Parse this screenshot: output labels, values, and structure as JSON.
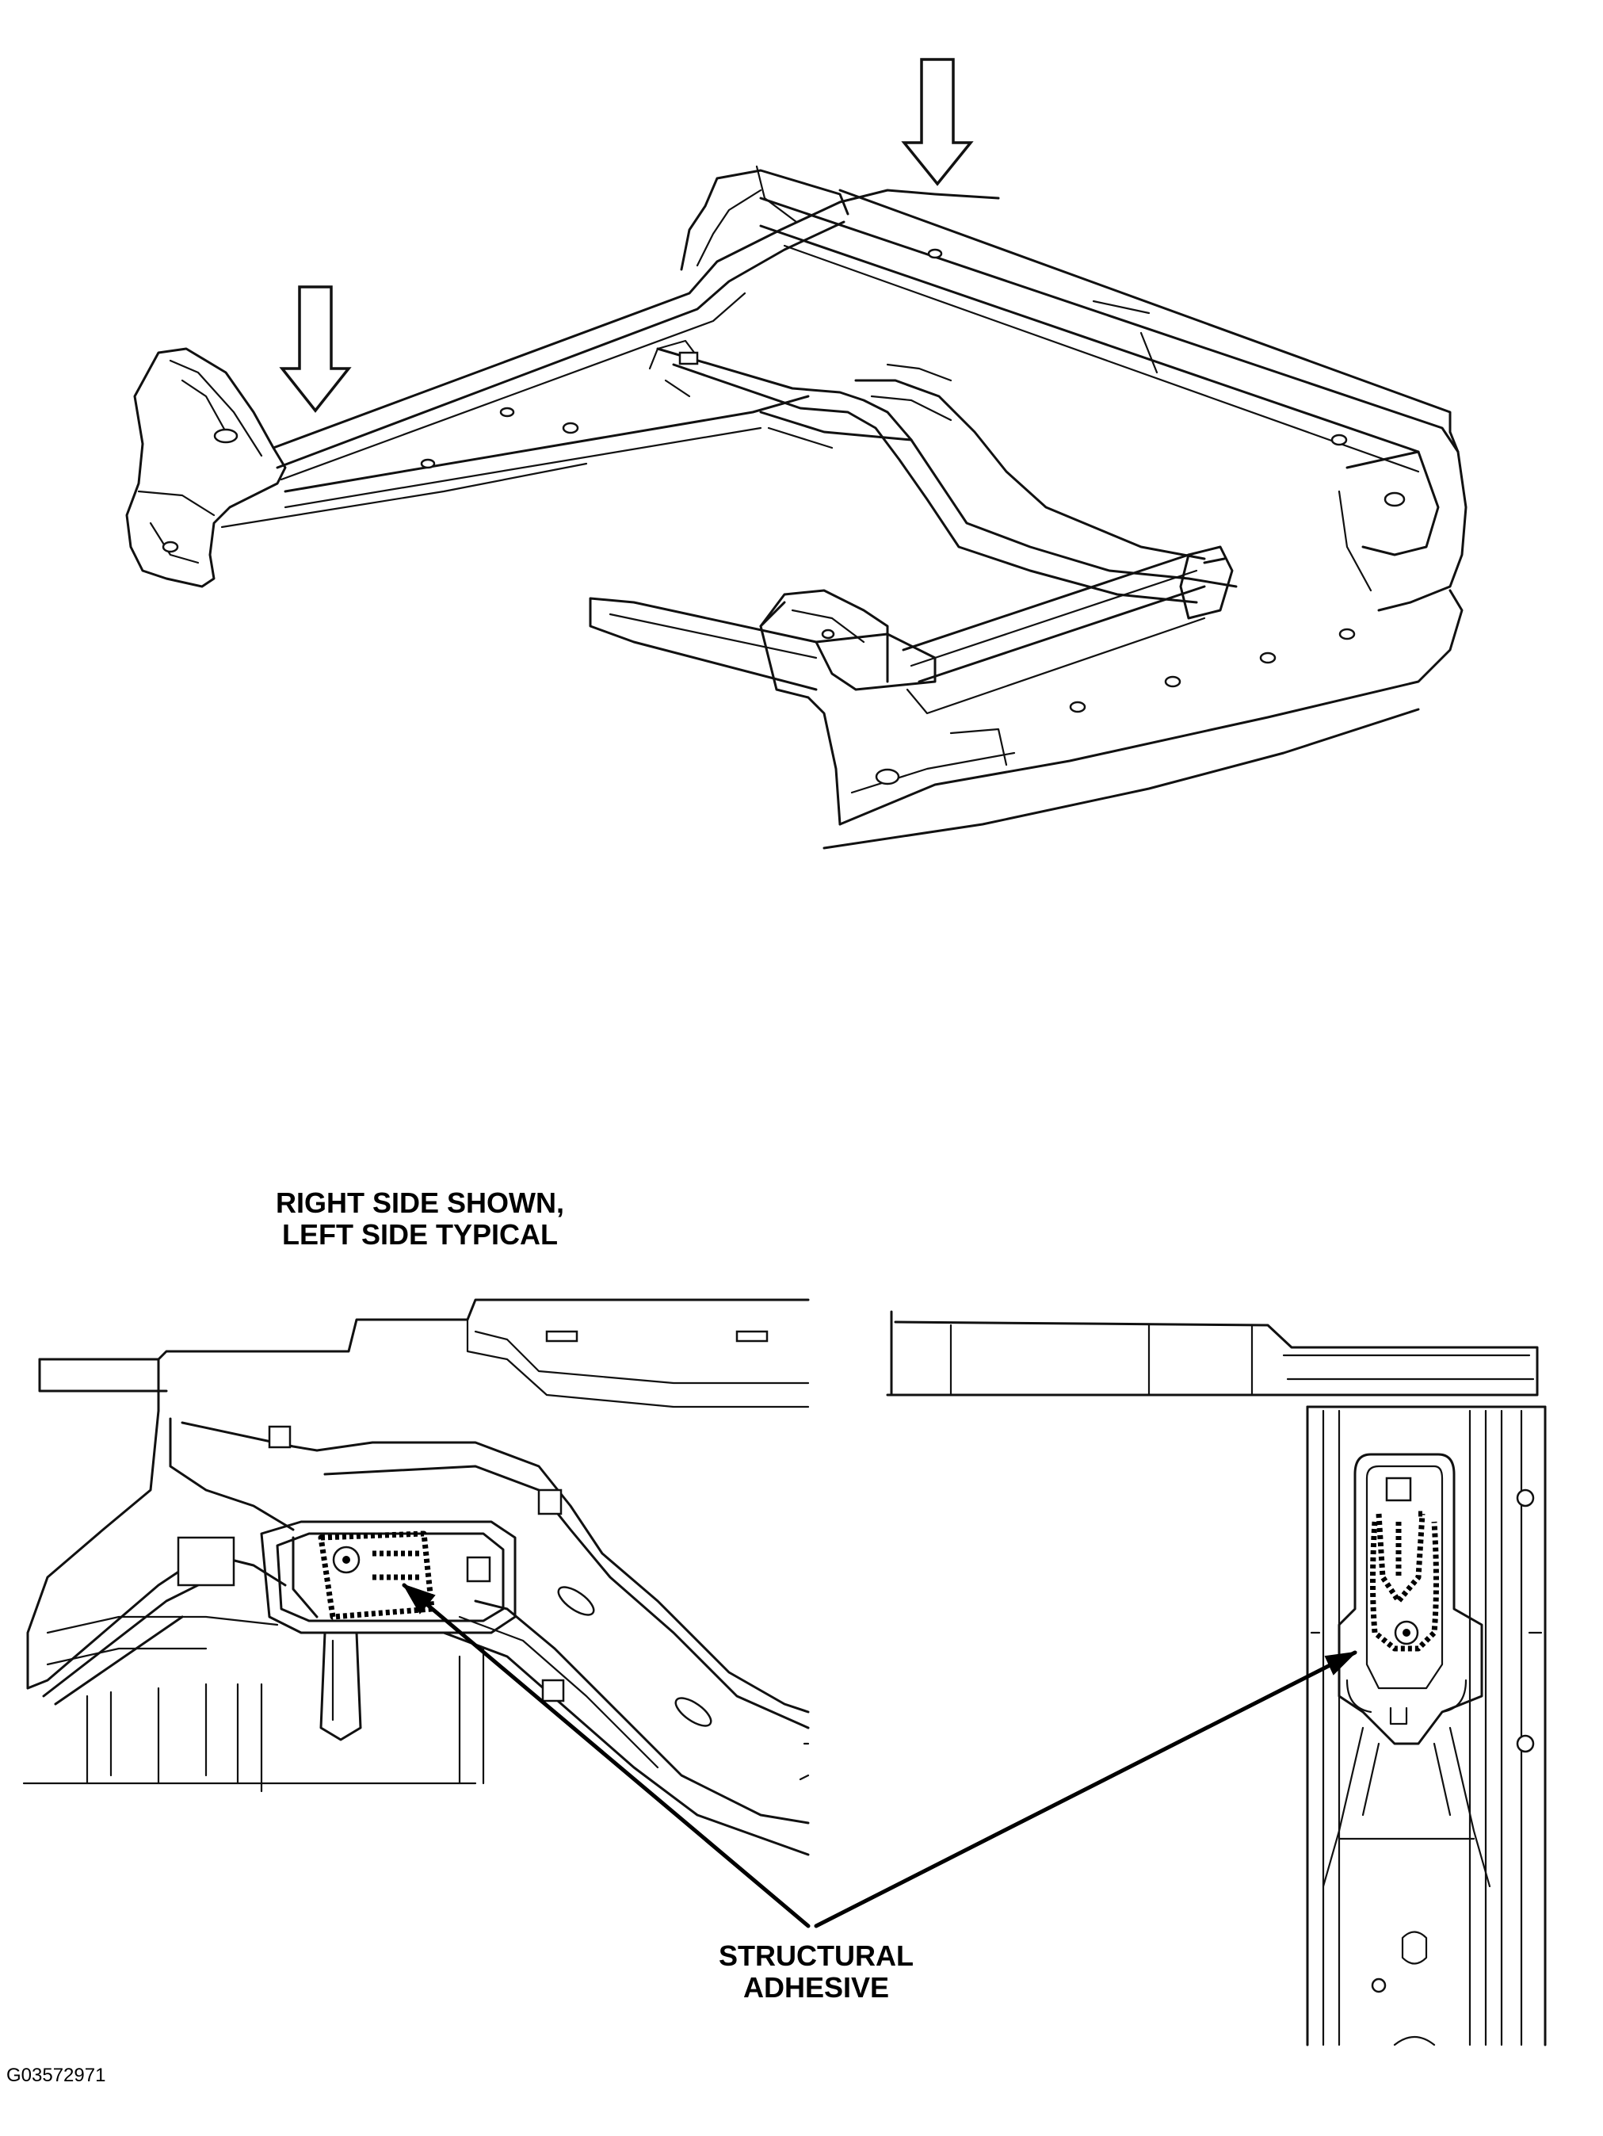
{
  "figure": {
    "view_note_line1": "RIGHT SIDE SHOWN,",
    "view_note_line2": "LEFT SIDE TYPICAL",
    "callout_line1": "STRUCTURAL",
    "callout_line2": "ADHESIVE",
    "figure_id": "G03572971"
  },
  "icons": [
    "down-arrow-icon",
    "down-arrow-icon"
  ],
  "colors": {
    "ink": "#111111",
    "paper": "#ffffff"
  }
}
